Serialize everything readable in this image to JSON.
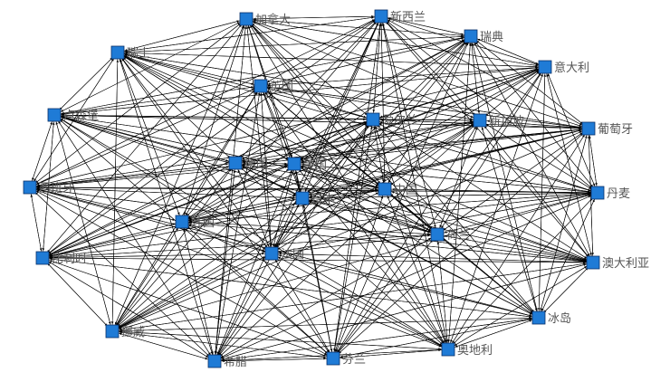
{
  "network": {
    "node_color": "#1f7bd6",
    "edge_color": "#000000",
    "label_color": "#555555",
    "nodes": [
      {
        "id": "canada",
        "label": "加拿大"
      },
      {
        "id": "newzealand",
        "label": "新西兰"
      },
      {
        "id": "sweden",
        "label": "瑞典"
      },
      {
        "id": "switzerland",
        "label": "瑞士"
      },
      {
        "id": "italy",
        "label": "意大利"
      },
      {
        "id": "uk",
        "label": "英国"
      },
      {
        "id": "luxembourg",
        "label": "卢森堡"
      },
      {
        "id": "ireland",
        "label": "爱尔兰"
      },
      {
        "id": "singapore",
        "label": "新加坡"
      },
      {
        "id": "portugal",
        "label": "葡萄牙"
      },
      {
        "id": "germany",
        "label": "德国"
      },
      {
        "id": "usa",
        "label": "美国"
      },
      {
        "id": "spain",
        "label": "西班牙"
      },
      {
        "id": "japan",
        "label": "日本"
      },
      {
        "id": "china",
        "label": "中国"
      },
      {
        "id": "denmark",
        "label": "丹麦"
      },
      {
        "id": "korea",
        "label": "韩国"
      },
      {
        "id": "netherlands",
        "label": "荷兰"
      },
      {
        "id": "belgium",
        "label": "比利时"
      },
      {
        "id": "france",
        "label": "法国"
      },
      {
        "id": "australia",
        "label": "澳大利亚"
      },
      {
        "id": "iceland",
        "label": "冰岛"
      },
      {
        "id": "norway",
        "label": "挪威"
      },
      {
        "id": "austria",
        "label": "奥地利"
      },
      {
        "id": "greece",
        "label": "希腊"
      },
      {
        "id": "finland",
        "label": "芬兰"
      }
    ]
  }
}
